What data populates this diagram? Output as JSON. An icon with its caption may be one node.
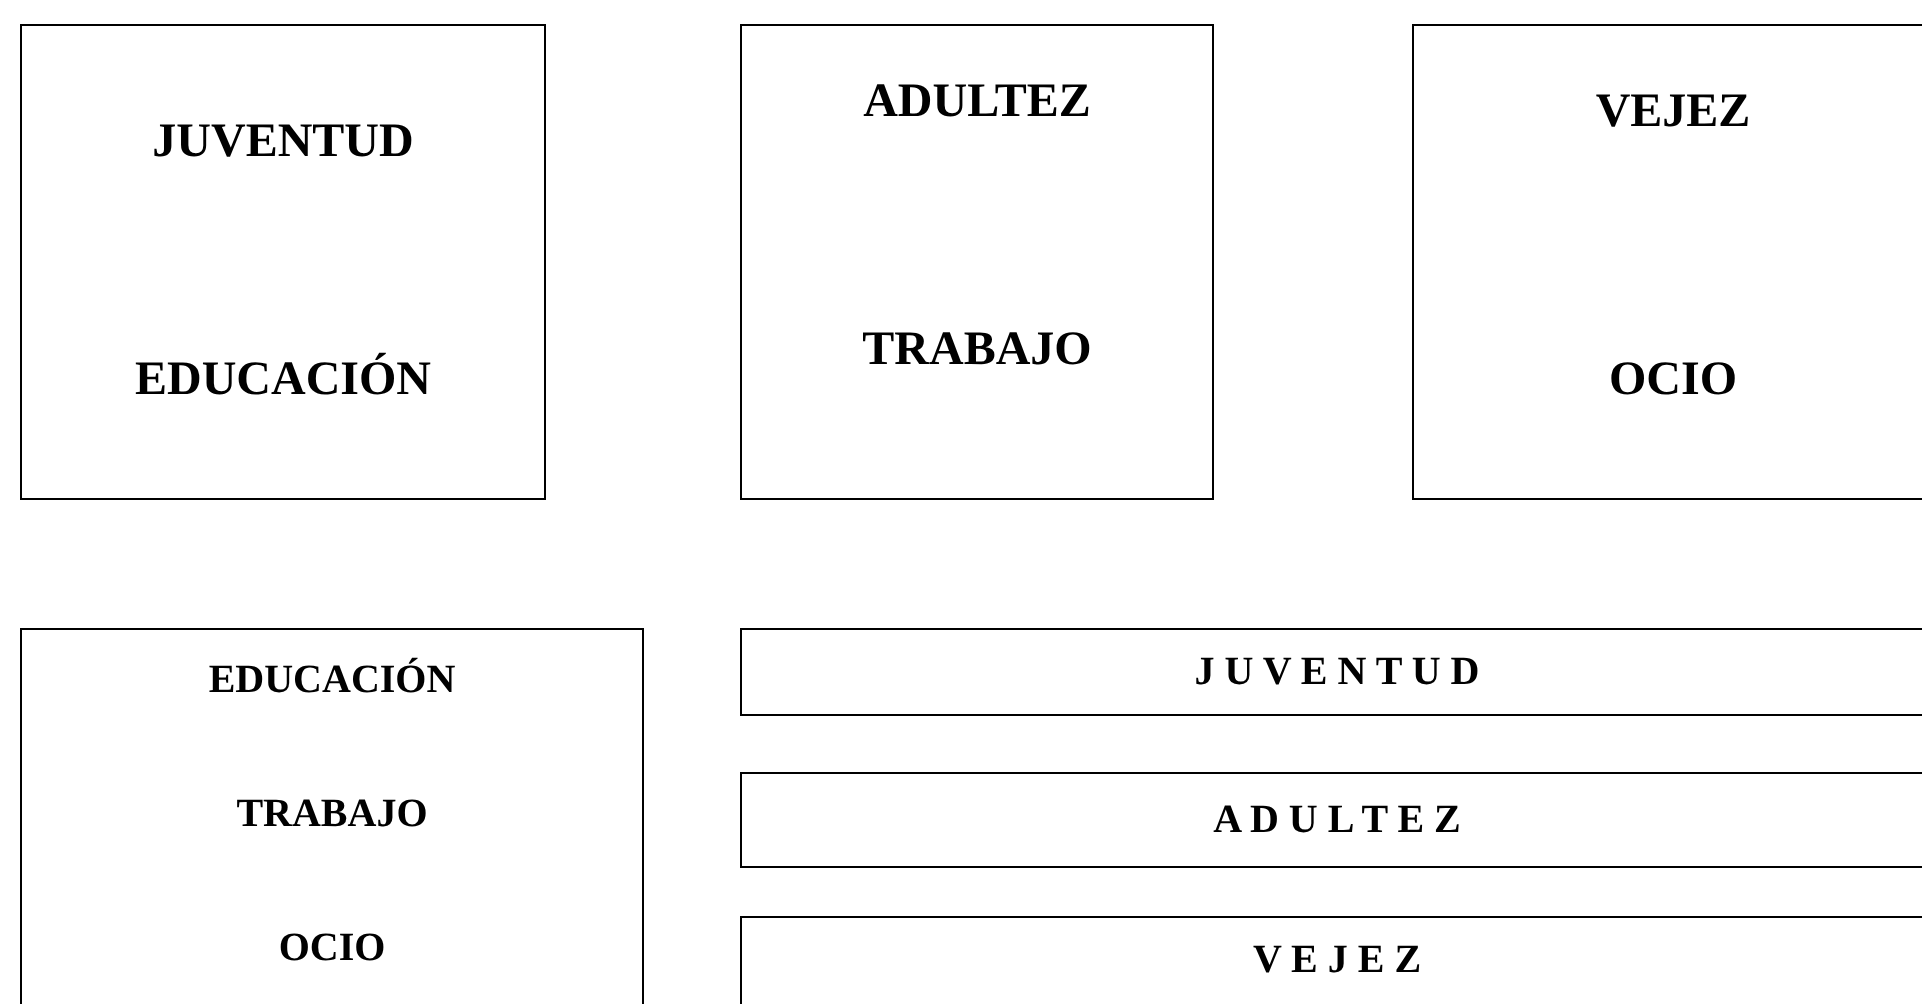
{
  "diagram": {
    "nodes": [
      {
        "text": [
          "JUVENTUD",
          "EDUCACIÓN"
        ]
      },
      {
        "text": [
          "ADULTEZ",
          "TRABAJO"
        ]
      },
      {
        "text": [
          "VEJEZ",
          "OCIO"
        ]
      },
      {
        "text": [
          "EDUCACIÓN",
          "TRABAJO",
          "OCIO"
        ]
      },
      {
        "text": [
          "J U V E N T U D"
        ]
      },
      {
        "text": [
          "A D U L T E Z"
        ]
      },
      {
        "text": [
          "V E J E Z"
        ]
      }
    ]
  }
}
